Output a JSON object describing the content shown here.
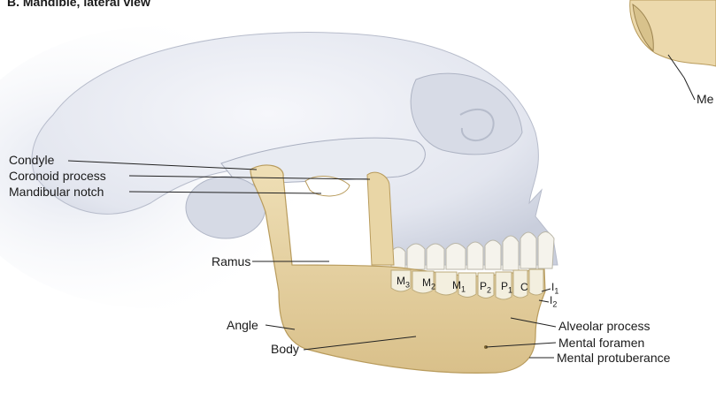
{
  "figure": {
    "title": "B. Mandible, lateral view",
    "inset_label_partial": "Me",
    "colors": {
      "skull": "#eef0f6",
      "skull_shadow": "#c9cedc",
      "mandible": "#ecd9ac",
      "mandible_shadow": "#d2b97f",
      "teeth": "#f4f2ea",
      "leader": "#222222"
    }
  },
  "labels": {
    "condyle": "Condyle",
    "coronoid_process": "Coronoid process",
    "mandibular_notch": "Mandibular notch",
    "ramus": "Ramus",
    "angle": "Angle",
    "body": "Body",
    "alveolar_process": "Alveolar process",
    "mental_foramen": "Mental foramen",
    "mental_protuberance": "Mental protuberance"
  },
  "teeth": {
    "m3": "M",
    "m3_sub": "3",
    "m2": "M",
    "m2_sub": "2",
    "m1": "M",
    "m1_sub": "1",
    "p2": "P",
    "p2_sub": "2",
    "p1": "P",
    "p1_sub": "1",
    "c": "C",
    "i1": "I",
    "i1_sub": "1",
    "i2": "I",
    "i2_sub": "2"
  }
}
